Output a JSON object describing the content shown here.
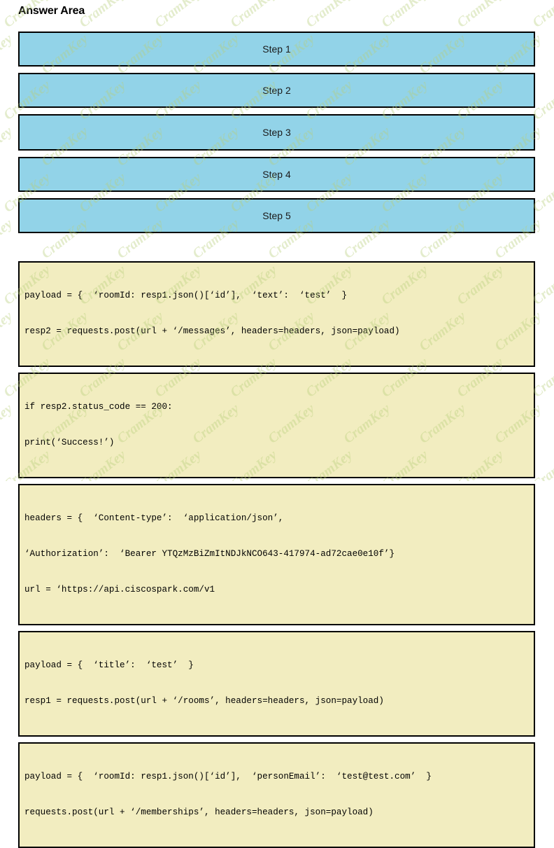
{
  "page": {
    "title": "Answer Area",
    "watermark_text": "CramKey",
    "watermark_color": "#b8cf7a"
  },
  "colors": {
    "step_fill": "#92d3e8",
    "code_fill": "#f2edc0",
    "border": "#000000",
    "text": "#000000"
  },
  "answer_area": {
    "steps": [
      {
        "label": "Step 1"
      },
      {
        "label": "Step 2"
      },
      {
        "label": "Step 3"
      },
      {
        "label": "Step 4"
      },
      {
        "label": "Step 5"
      }
    ]
  },
  "code_options": [
    {
      "id": "option-messages",
      "lines": [
        "payload = {  ‘roomId: resp1.json()[‘id’],  ‘text’:  ‘test’  }",
        "resp2 = requests.post(url + ‘/messages’, headers=headers, json=payload)"
      ]
    },
    {
      "id": "option-status-check",
      "lines": [
        "if resp2.status_code == 200:",
        "print(‘Success!’)"
      ]
    },
    {
      "id": "option-headers-url",
      "lines": [
        "headers = {  ‘Content-type’:  ‘application/json’,",
        "‘Authorization’:  ‘Bearer YTQzMzBiZmItNDJkNCO643-417974-ad72cae0e10f’}",
        "url = ‘https://api.ciscospark.com/v1"
      ]
    },
    {
      "id": "option-rooms",
      "lines": [
        "payload = {  ‘title’:  ‘test’  }",
        "resp1 = requests.post(url + ‘/rooms’, headers=headers, json=payload)"
      ]
    },
    {
      "id": "option-memberships",
      "lines": [
        "payload = {  ‘roomId: resp1.json()[‘id’],  ‘personEmail’:  ‘test@test.com’  }",
        "requests.post(url + ‘/memberships’, headers=headers, json=payload)"
      ]
    }
  ]
}
